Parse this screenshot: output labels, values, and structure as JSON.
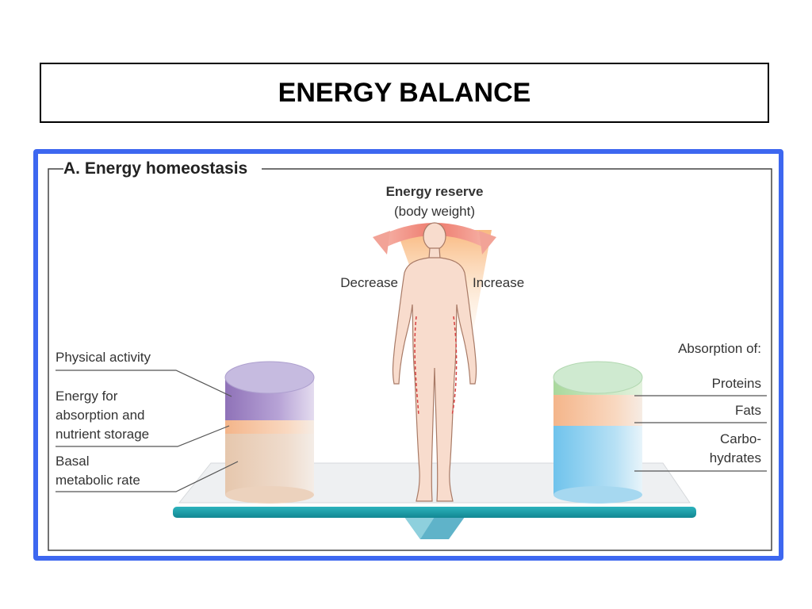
{
  "slide": {
    "title": "ENERGY BALANCE"
  },
  "figure": {
    "panel_title": "A. Energy homeostasis",
    "reserve": {
      "title": "Energy reserve",
      "subtitle": "(body weight)",
      "decrease": "Decrease",
      "increase": "Increase"
    },
    "expenditure_labels": [
      "Physical activity",
      "Energy for",
      "absorption and",
      "nutrient storage",
      "Basal",
      "metabolic rate"
    ],
    "intake_header": "Absorption of:",
    "intake_labels": [
      "Proteins",
      "Fats",
      "Carbo-",
      "hydrates"
    ]
  },
  "colors": {
    "frame": "#3d67f0",
    "beam": "#1a9aa5",
    "fulcrum": "#5fb3c9",
    "physical_activity": "#a187c6",
    "absorption_energy": "#f7c6a2",
    "basal_metabolic": "#eccdb2",
    "proteins": "#bfe3b5",
    "fats": "#f7c6a2",
    "carbohydrates": "#8fd0ef",
    "body": "#f8dccd",
    "body_outline": "#a87a66"
  }
}
